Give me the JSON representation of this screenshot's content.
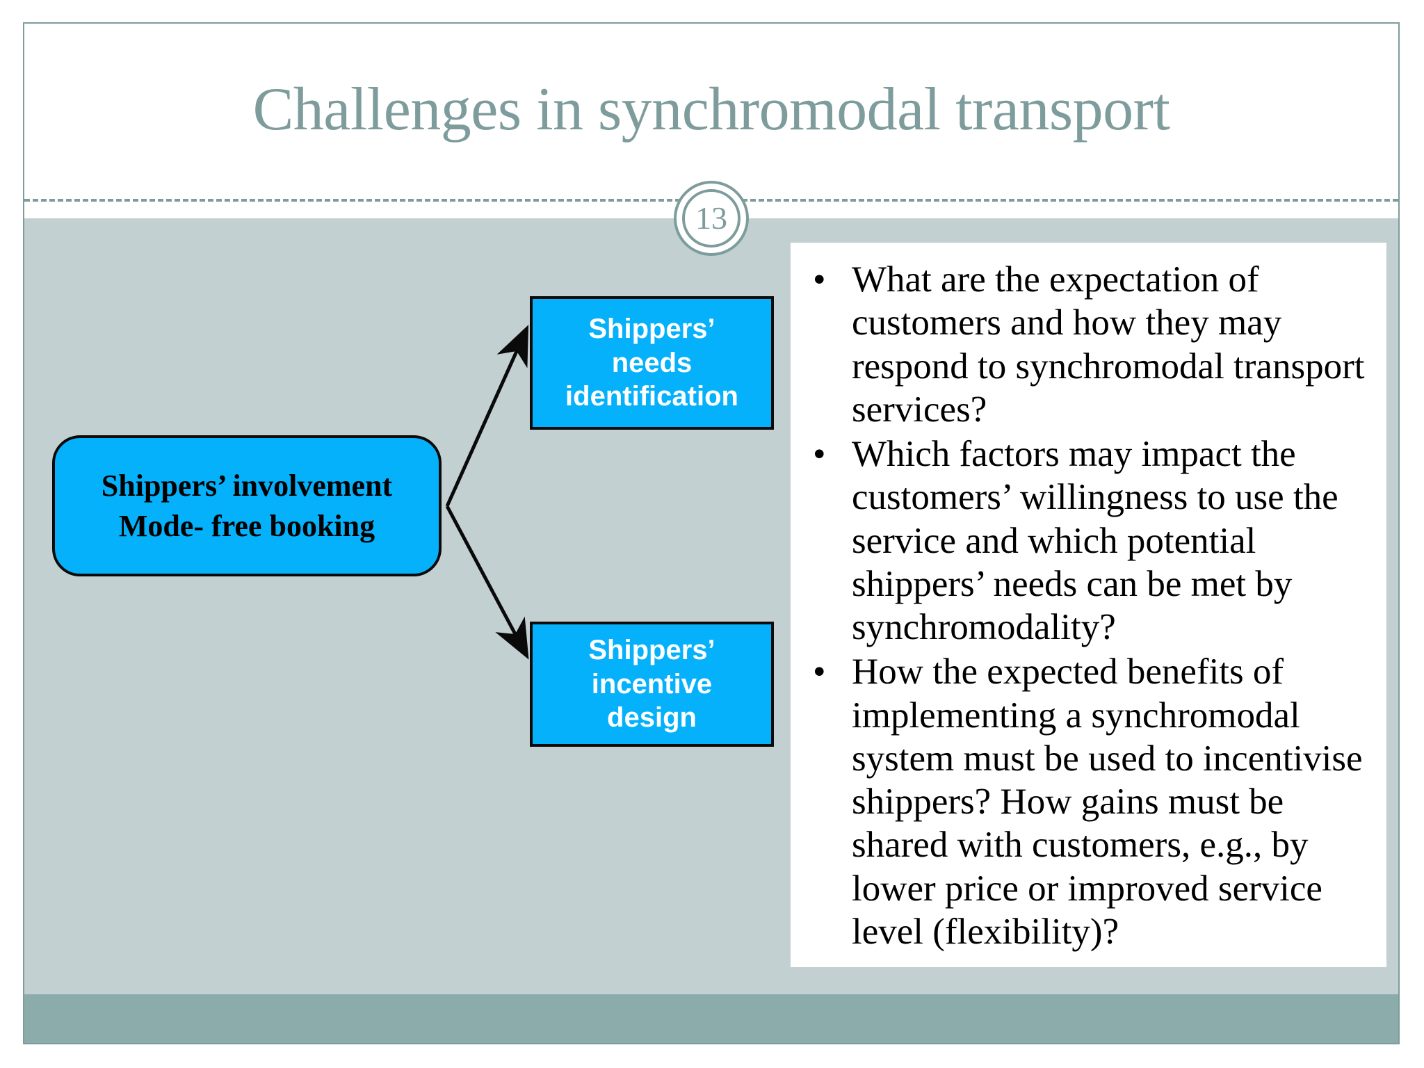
{
  "slide": {
    "title": "Challenges in synchromodal transport",
    "number": "13",
    "theme": {
      "accent": "#7E9C9C",
      "title_color": "#7E9C9C",
      "body_background": "#C3D0D1",
      "footer_band": "#8CABAB",
      "box_fill": "#05B1FA",
      "box_border": "#0A0A0A",
      "panel_background": "#FFFFFF"
    }
  },
  "diagram": {
    "type": "flow",
    "source_box": {
      "label": "Shippers’ involvement\nMode- free booking",
      "shape": "rounded-rectangle",
      "fill": "#05B1FA",
      "text_color": "#000000"
    },
    "target_boxes": [
      {
        "label": "Shippers’\nneeds\nidentification",
        "shape": "rectangle",
        "fill": "#05B1FA",
        "text_color": "#FFFFFF"
      },
      {
        "label": "Shippers’\nincentive\ndesign",
        "shape": "rectangle",
        "fill": "#05B1FA",
        "text_color": "#FFFFFF"
      }
    ],
    "connectors": [
      {
        "from": "source_box",
        "to": "target_boxes.0",
        "style": "arrow"
      },
      {
        "from": "source_box",
        "to": "target_boxes.1",
        "style": "arrow"
      }
    ]
  },
  "bullets": [
    "What are the expectation of customers and how they may respond to synchromodal transport services?",
    "Which factors may impact the customers’ willingness to use the service and which potential shippers’ needs can be met by synchromodality?",
    "How the expected benefits of implementing a synchromodal system must be used to incentivise shippers? How gains must be shared with customers, e.g., by lower price or improved service level (flexibility)?"
  ],
  "bullet_marker": "•"
}
